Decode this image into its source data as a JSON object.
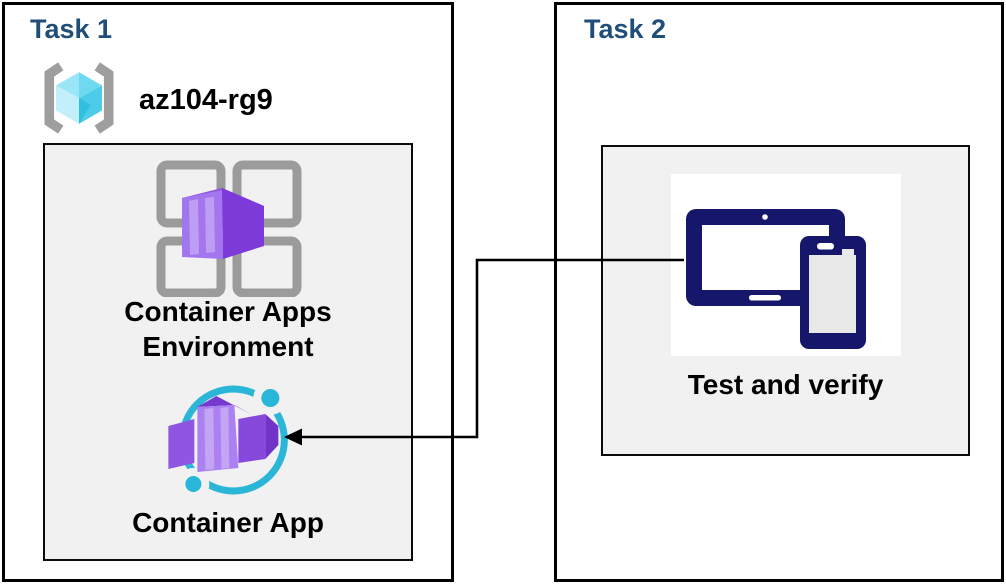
{
  "task1": {
    "title": "Task 1",
    "resource_group": {
      "name": "az104-rg9",
      "icon": "azure-resource-group"
    },
    "environment": {
      "label": "Container Apps Environment",
      "icon": "container-apps-environment"
    },
    "container_app": {
      "label": "Container App",
      "icon": "container-app"
    }
  },
  "task2": {
    "title": "Task 2",
    "test": {
      "label": "Test and verify",
      "icon": "devices-tablet-and-phone"
    }
  },
  "connector": {
    "from": "test-and-verify-icon",
    "to": "container-app-icon",
    "type": "elbow",
    "arrowhead": "filled-triangle-at-target",
    "color": "#000000"
  },
  "colors": {
    "task_title": "#1F4E79",
    "box_border": "#000000",
    "panel_bg": "#F1F1F1",
    "device_navy": "#16166B",
    "cyan_accent": "#2BB5D6",
    "purple_light": "#AB80F0",
    "purple_dark": "#7C3AD9",
    "bracket_gray": "#9E9E9E",
    "cube_cyan_top": "#8FE3F5",
    "cube_cyan_side": "#4CCCE9"
  }
}
